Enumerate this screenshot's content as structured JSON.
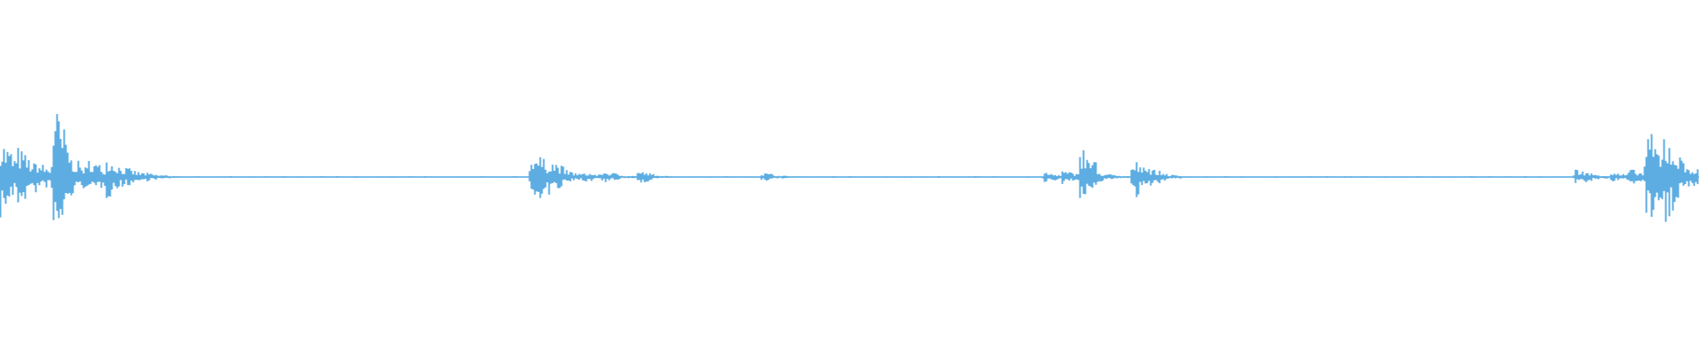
{
  "waveform": {
    "color": "#5dade2",
    "background": "#ffffff",
    "envelope": [
      0.25,
      0.18,
      0.1,
      0.45,
      0.12,
      0.12,
      0.13,
      0.06,
      0.03,
      0.015,
      0.005,
      0.005,
      0.005,
      0.005,
      0.005,
      0.005,
      0.005,
      0.005,
      0.005,
      0.005,
      0.005,
      0.005,
      0.005,
      0.005,
      0.005,
      0.005,
      0.005,
      0.005,
      0.005,
      0.005,
      0.18,
      0.12,
      0.04,
      0.03,
      0.04,
      0.015,
      0.04,
      0.01,
      0.005,
      0.005,
      0.005,
      0.005,
      0.005,
      0.03,
      0.01,
      0.005,
      0.005,
      0.005,
      0.005,
      0.005,
      0.005,
      0.005,
      0.005,
      0.005,
      0.005,
      0.005,
      0.005,
      0.005,
      0.005,
      0.03,
      0.04,
      0.2,
      0.03,
      0.01,
      0.14,
      0.05,
      0.015,
      0.005,
      0.005,
      0.005,
      0.005,
      0.005,
      0.005,
      0.005,
      0.005,
      0.005,
      0.005,
      0.005,
      0.005,
      0.005,
      0.005,
      0.005,
      0.005,
      0.005,
      0.005,
      0.005,
      0.005,
      0.005,
      0.005,
      0.05,
      0.02,
      0.03,
      0.05,
      0.3,
      0.3,
      0.1
    ]
  }
}
